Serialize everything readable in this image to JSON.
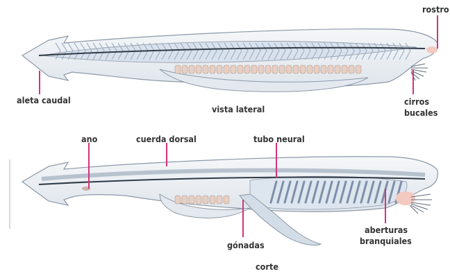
{
  "labels": {
    "rostro": "rostro",
    "aleta_caudal": "aleta caudal",
    "vista_lateral": "vista lateral",
    "cirros_line1": "cirros",
    "cirros_line2": "bucales",
    "ano": "ano",
    "cuerda_dorsal": "cuerda dorsal",
    "tubo_neural": "tubo neural",
    "gonadas": "gónadas",
    "corte": "corte",
    "aberturas_line1": "aberturas",
    "aberturas_line2": "branquiales"
  },
  "colors": {
    "body_fill": "#eef1f4",
    "body_outline": "#8c98a6",
    "muscle": "#9fb2c6",
    "notochord": "#2f3a46",
    "neural": "#b7c2cf",
    "gonad": "#e8cfc3",
    "gill": "#7d8fa8",
    "leader": "#d4327a",
    "rostro_tip": "#f3c9c0",
    "label_text": "#333333"
  }
}
